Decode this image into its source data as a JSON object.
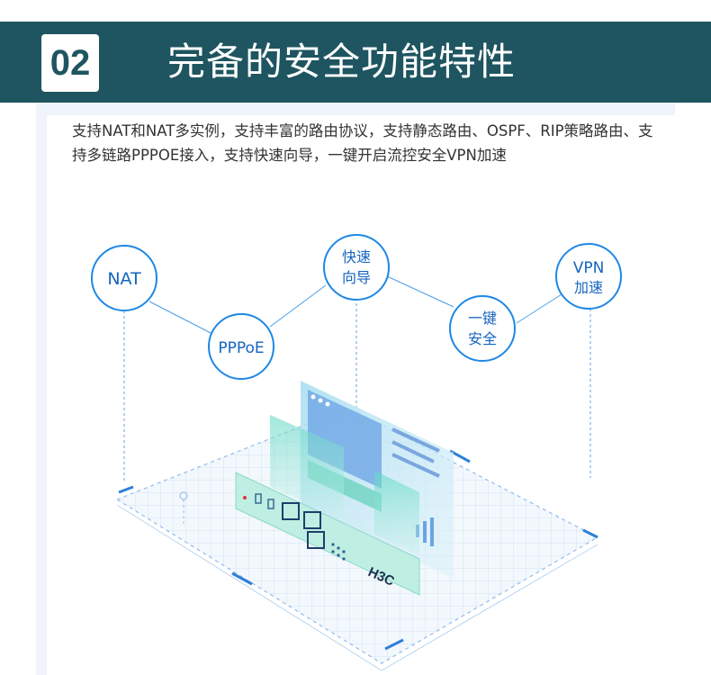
{
  "header": {
    "number": "02",
    "title": "完备的安全功能特性"
  },
  "description": "支持NAT和NAT多实例，支持丰富的路由协议，支持静态路由、OSPF、RIP策略路由、支持多链路PPPOE接入，支持快速向导，一键开启流控安全VPN加速",
  "bubbles": {
    "nat": "NAT",
    "pppoe": "PPPoE",
    "wizard_line1": "快速",
    "wizard_line2": "向导",
    "onekey_line1": "一键",
    "onekey_line2": "安全",
    "vpn_line1": "VPN",
    "vpn_line2": "加速"
  },
  "device": {
    "brand": "H3C"
  },
  "colors": {
    "header_bg": "#1e5560",
    "accent": "#1e88e5",
    "teal": "#3fc8b4"
  }
}
